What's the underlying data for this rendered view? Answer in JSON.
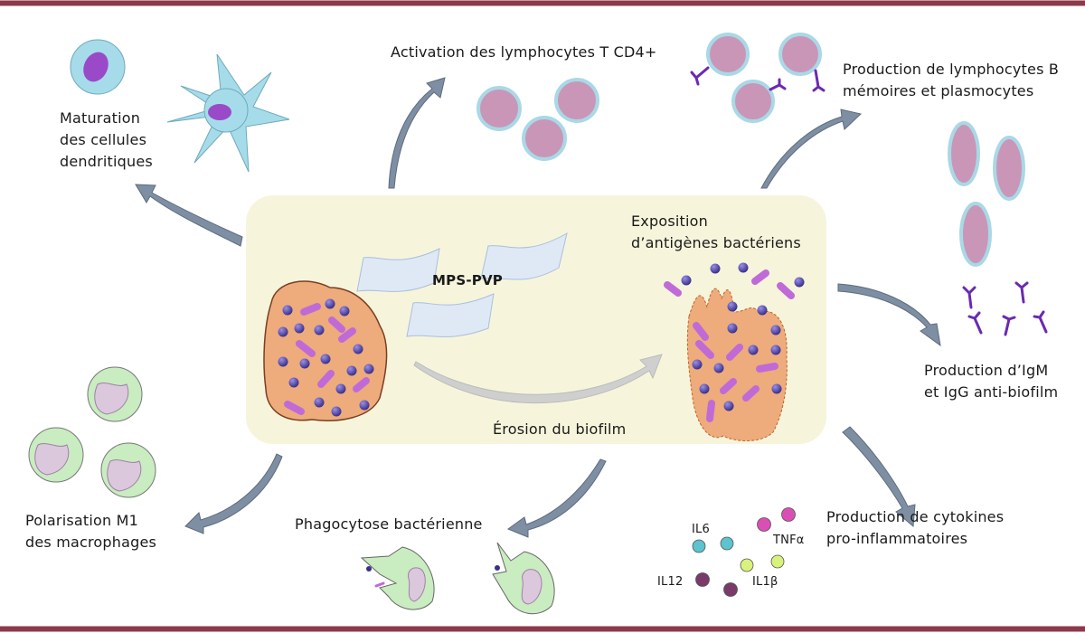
{
  "colors": {
    "frame_rule": "#8a3a48",
    "center_panel": "#f6f5dc",
    "arrow": "#7f8fa3",
    "erosion_arrow": "#c8c8c8",
    "biofilm": "#eeab7c",
    "biofilm_outline": "#8a4a2a",
    "cocci": "#4b3fa0",
    "bacilli": "#c06ad8",
    "lymphocyte_membrane": "#a9d8e6",
    "lymphocyte_nucleus": "#c996b8",
    "dendritic_cell": "#a6dcea",
    "dendritic_nucleus": "#9a4ac8",
    "macrophage": "#c9ecc0",
    "macrophage_nucleus": "#dcc8dc",
    "antibody": "#6a2ab0",
    "mps_pvp_sheet": "#dfe9f6",
    "cytokine_il6": "#5cc3cf",
    "cytokine_tnfa": "#d94fb3",
    "cytokine_il1b": "#d9f27a",
    "cytokine_il12": "#7a3a6a"
  },
  "center": {
    "material_label": "MPS-PVP",
    "erosion_label": "Érosion du biofilm",
    "exposure_label": "Exposition\nd’antigènes bactériens"
  },
  "outcomes": {
    "dendritic": "Maturation\ndes cellules\ndendritiques",
    "t_cells": "Activation des lymphocytes T CD4+",
    "b_cells": "Production de lymphocytes B\nmémoires et plasmocytes",
    "antibodies": "Production d’IgM\net IgG anti-biofilm",
    "cytokines": "Production de cytokines\npro-inflammatoires",
    "phagocytosis": "Phagocytose bactérienne",
    "macrophages": "Polarisation M1\ndes macrophages"
  },
  "cytokine_labels": {
    "il6": "IL6",
    "tnfa": "TNFα",
    "il1b": "IL1β",
    "il12": "IL12"
  }
}
